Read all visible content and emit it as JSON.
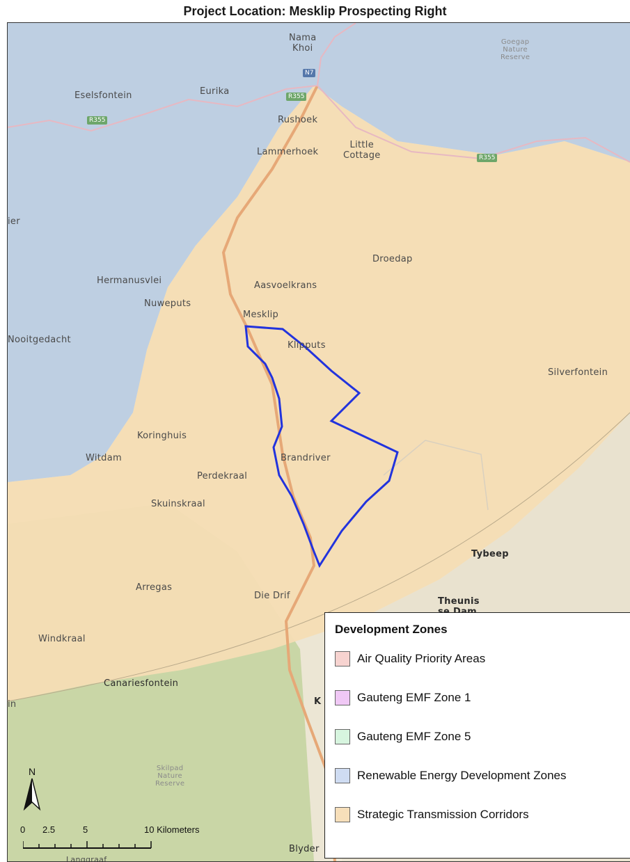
{
  "title": "Project Location: Mesklip Prospecting Right",
  "places": {
    "nama_khoi": "Nama\nKhoi",
    "goegap": "Goegap\nNature\nReserve",
    "eselsfontein": "Eselsfontein",
    "eurika": "Eurika",
    "rushoek": "Rushoek",
    "lammerhoek": "Lammerhoek",
    "little_cottage": "Little\nCottage",
    "ier": "ier",
    "droedap": "Droedap",
    "hermanusvlei": "Hermanusvlei",
    "aasvoelkrans": "Aasvoelkrans",
    "nuweputs": "Nuweputs",
    "mesklip": "Mesklip",
    "nooitgedacht": "Nooitgedacht",
    "klipputs": "Klipputs",
    "silverfontein": "Silverfontein",
    "koringhuis": "Koringhuis",
    "witdam": "Witdam",
    "brandriver": "Brandriver",
    "perdekraal": "Perdekraal",
    "skuinskraal": "Skuinskraal",
    "tybeep": "Tybeep",
    "arregas": "Arregas",
    "die_drif": "Die Drif",
    "theunis_se_dam": "Theunis\nse Dam",
    "windkraal": "Windkraal",
    "canariesfontein": "Canariesfontein",
    "in": "in",
    "skilpad": "Skilpad\nNature\nReserve",
    "blyder": "Blyder",
    "langgraaf": "Langgraaf",
    "k": "K"
  },
  "shields": {
    "n7_top": "N7",
    "r355_left": "R355",
    "r355_right": "R355",
    "r355_center": "R355"
  },
  "legend": {
    "title": "Development Zones",
    "items": [
      {
        "label": "Air Quality Priority Areas",
        "color": "#f7d3d0"
      },
      {
        "label": "Gauteng EMF Zone 1",
        "color": "#f0c8f5"
      },
      {
        "label": "Gauteng EMF Zone 5",
        "color": "#d7f5df"
      },
      {
        "label": "Renewable Energy Development Zones",
        "color": "#cfdcf2"
      },
      {
        "label": "Strategic Transmission Corridors",
        "color": "#f7dfba"
      }
    ]
  },
  "north_arrow": {
    "letter": "N"
  },
  "scale_bar": {
    "labels": [
      "0",
      "2.5",
      "5",
      "10 Kilometers"
    ]
  },
  "colors": {
    "renewable_zone": "#b8cbe4",
    "transmission_corridor": "#f5dcb5",
    "nature_green": "#c9d9a8",
    "boundary": "#2233dd",
    "road": "#e0a070"
  }
}
